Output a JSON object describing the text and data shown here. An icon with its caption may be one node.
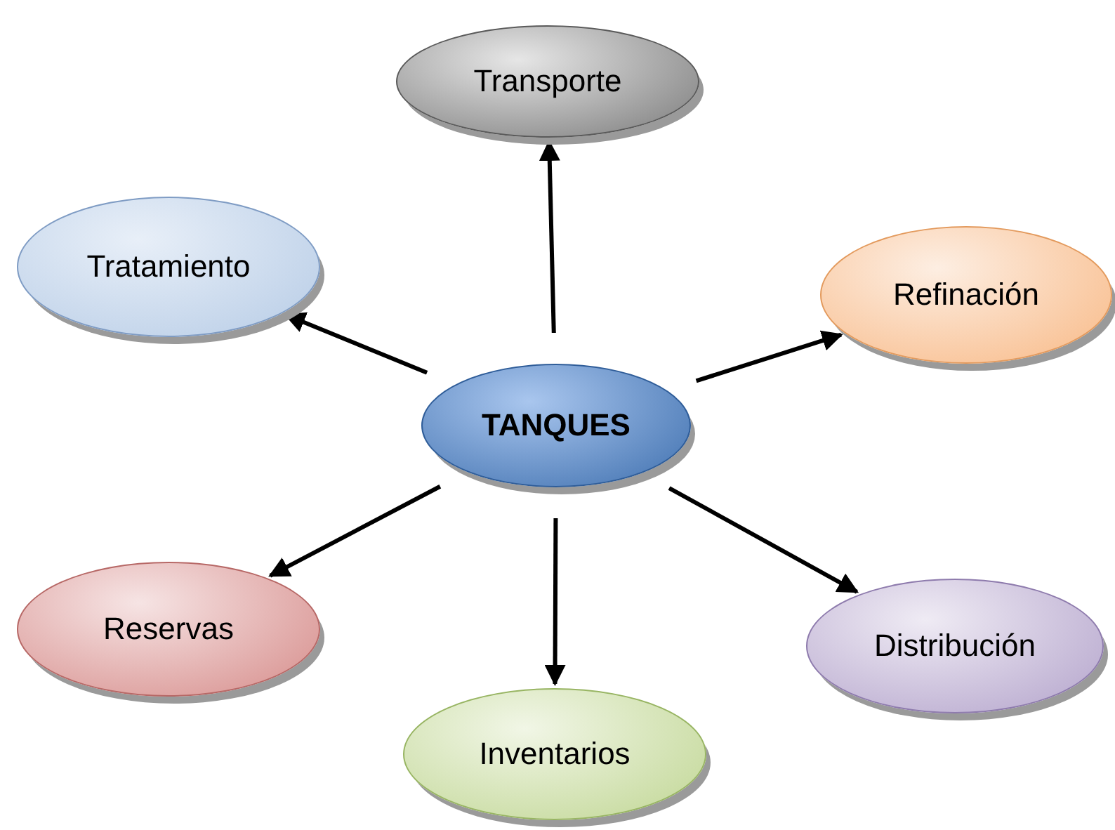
{
  "diagram": {
    "nodes": [
      {
        "text": [
          "Transporte"
        ]
      },
      {
        "text": [
          "Tratamiento"
        ]
      },
      {
        "text": [
          "Refinación"
        ]
      },
      {
        "text": [
          "TANQUES"
        ]
      },
      {
        "text": [
          "Reservas"
        ]
      },
      {
        "text": [
          "Distribución"
        ]
      },
      {
        "text": [
          "Inventarios"
        ]
      }
    ],
    "edges": [
      {
        "from": 3,
        "to": 0,
        "arrow": "to"
      },
      {
        "from": 3,
        "to": 1,
        "arrow": "to"
      },
      {
        "from": 3,
        "to": 2,
        "arrow": "to"
      },
      {
        "from": 3,
        "to": 4,
        "arrow": "to"
      },
      {
        "from": 3,
        "to": 5,
        "arrow": "to"
      },
      {
        "from": 3,
        "to": 6,
        "arrow": "to"
      }
    ]
  }
}
